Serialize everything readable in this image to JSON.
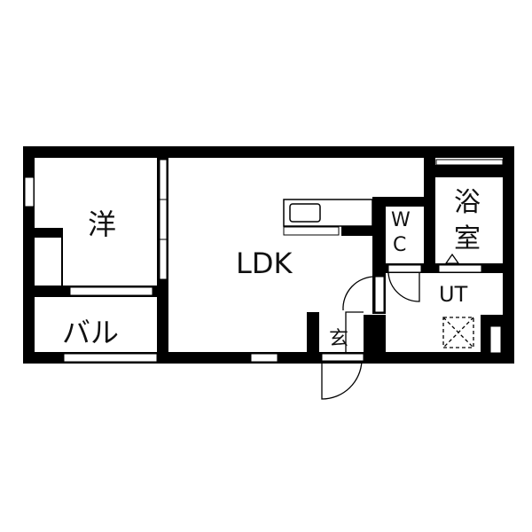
{
  "floor_plan": {
    "rooms": {
      "western_room": "洋",
      "balcony": "バル",
      "ldk": "LDK",
      "wc_line1": "W",
      "wc_line2": "C",
      "bath_line1": "浴",
      "bath_line2": "室",
      "utility": "UT",
      "entrance": "玄"
    },
    "colors": {
      "wall": "#000000",
      "background": "#ffffff"
    }
  }
}
